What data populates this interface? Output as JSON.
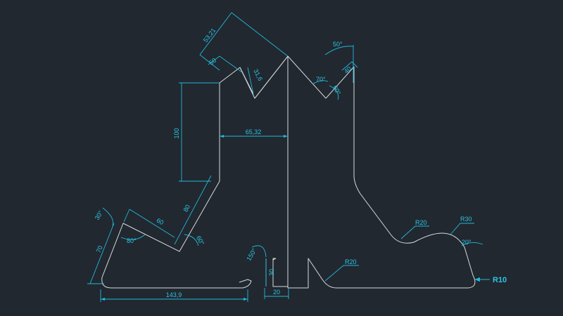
{
  "labels": {
    "d_53_21": "53,21",
    "d_50": "50",
    "d_31_6": "31,6",
    "d_50deg_top": "50°",
    "d_70deg": "70°",
    "d_60deg_top": "60°",
    "d_40": "40",
    "d_100": "100",
    "d_65_32": "65,32",
    "d_30deg_left": "30°",
    "d_60": "60",
    "d_80": "80",
    "d_80deg": "80°",
    "d_60deg_bottom": "60°",
    "d_70": "70",
    "d_150deg": "150°",
    "d_30": "30",
    "d_20": "20",
    "d_143_9": "143,9",
    "r20_left": "R20",
    "r20_right": "R20",
    "r30": "R30",
    "d_20deg": "20°",
    "r10": "R10"
  },
  "colors": {
    "background": "#212830",
    "geometry": "#d8dadc",
    "dimension": "#23b8d8"
  }
}
